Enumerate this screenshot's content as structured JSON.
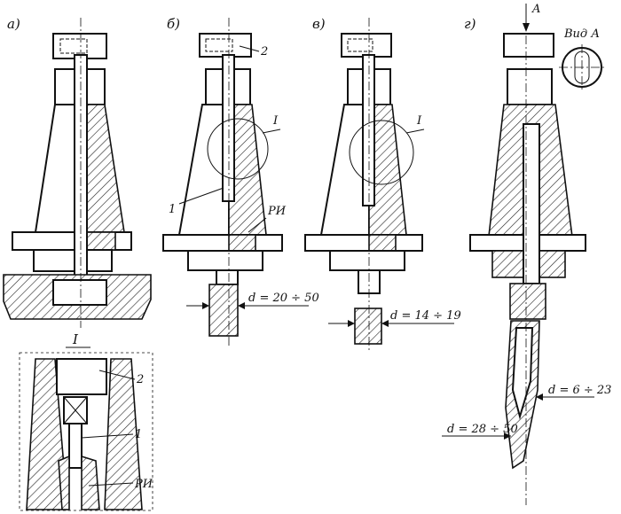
{
  "views": {
    "a": "а)",
    "b": "б)",
    "v": "в)",
    "g": "г)"
  },
  "labels": {
    "num2": "2",
    "num1": "1",
    "detail": "I",
    "ri": "РИ",
    "arrowA": "A",
    "vidA": "Вид А"
  },
  "dimensions": {
    "b": "d = 20 ÷ 50",
    "v": "d = 14 ÷ 19",
    "g_upper": "d = 6 ÷ 23",
    "g_lower": "d = 28 ÷ 50"
  }
}
